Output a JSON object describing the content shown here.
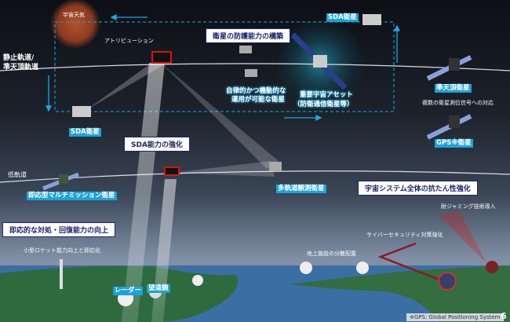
{
  "labels": {
    "space_weather": "宇宙天気",
    "attribution": "アトリビューション",
    "geo_orbit_1": "静止軌道/",
    "geo_orbit_2": "準天頂軌道",
    "autonomous_sat_1": "自律的かつ機動的な",
    "autonomous_sat_2": "運用が可能な衛星",
    "key_asset_1": "重要宇宙アセット",
    "key_asset_2": "（防衛通信衛星等）",
    "sda_sat_top": "SDA衛星",
    "sda_sat_left": "SDA衛星",
    "qzs_sat": "準天頂衛星",
    "multi_signal": "複数の衛星測位信号への対応",
    "gps_sat": "GPS※衛星",
    "leo": "低軌道",
    "multi_mission_sat": "即応型マルチミッション衛星",
    "multi_orbit_sat": "多軌道観測衛星",
    "small_rocket": "小型ロケット能力向上と即応化",
    "anti_jamming": "耐ジャミング技術導入",
    "cyber": "サイバーセキュリティ対策強化",
    "ground_dispersal": "地上施設の分散配置",
    "radar": "レーダー",
    "telescope": "望遠鏡"
  },
  "headings": {
    "protection": "衛星の防護能力の構築",
    "sda": "SDA能力の強化",
    "resilience": "宇宙システム全体の抗たん性強化",
    "response": "即応的な対処・回復能力の向上"
  },
  "footer": {
    "note": "※GPS: Global Positioning System",
    "page": "6"
  }
}
